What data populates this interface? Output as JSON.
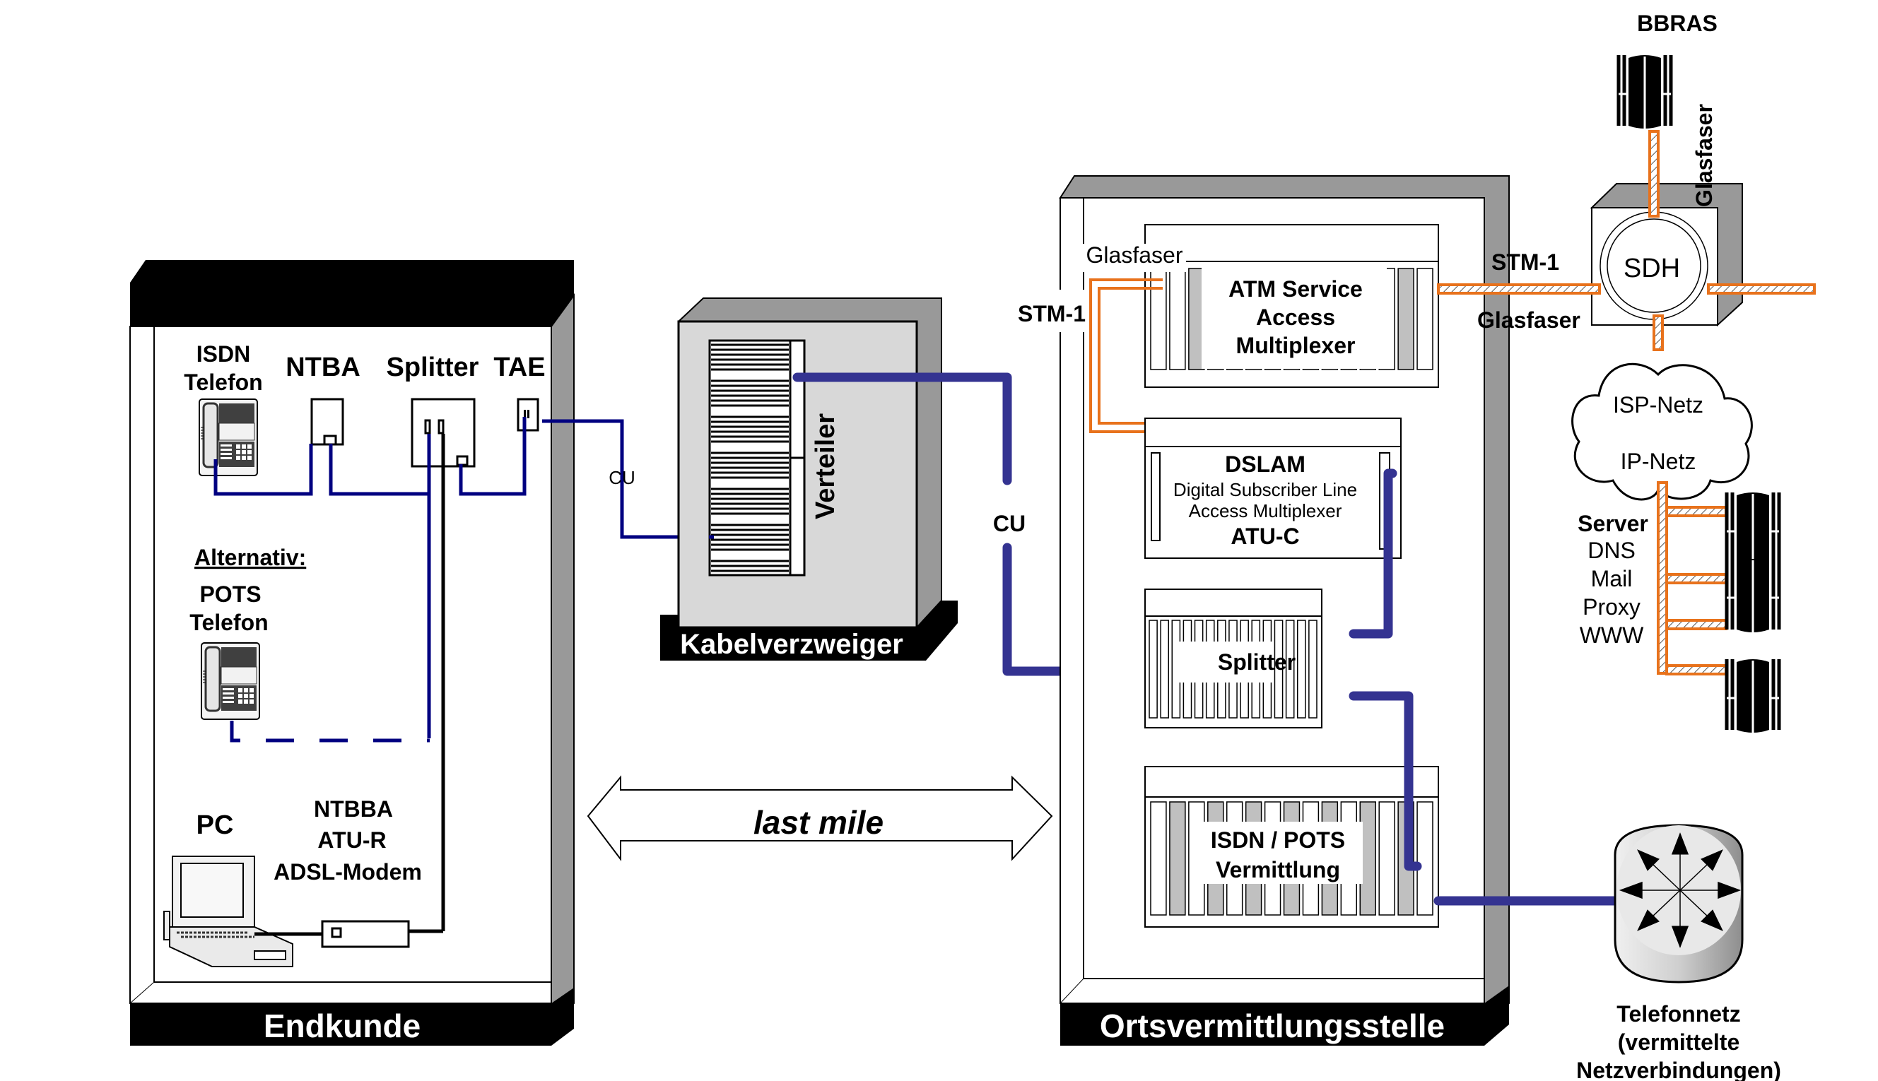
{
  "title": "ADSL-Anschluss: Endkunde bis Ortsvermittlungsstelle",
  "colors": {
    "copper_line": "#000080",
    "copper_trunk": "#343391",
    "fiber": "#e8721c",
    "cabinet_gray": "#999999",
    "panel_gray": "#d8d8d8",
    "slot_gray": "#c0c0c0"
  },
  "endkunde": {
    "label": "Endkunde",
    "isdn_phone": {
      "line1": "ISDN",
      "line2": "Telefon",
      "icon": "desk-phone-icon"
    },
    "ntba": {
      "label": "NTBA",
      "icon": "ntba-box-icon"
    },
    "splitter": {
      "label": "Splitter",
      "icon": "splitter-box-icon"
    },
    "tae": {
      "label": "TAE",
      "icon": "wall-socket-icon"
    },
    "alternative": {
      "heading": "Alternativ:",
      "line1": "POTS",
      "line2": "Telefon",
      "icon": "desk-phone-icon"
    },
    "pc": {
      "label": "PC",
      "icon": "laptop-icon"
    },
    "modem": {
      "line1": "NTBBA",
      "line2": "ATU-R",
      "line3": "ADSL-Modem",
      "icon": "modem-icon"
    }
  },
  "cu_label_small": "CU",
  "kabelverzweiger": {
    "label": "Kabelverzweiger",
    "verteiler": "Verteiler"
  },
  "cu_label_large": "CU",
  "last_mile": "last mile",
  "ortsvermittlungsstelle": {
    "label": "Ortsvermittlungsstelle",
    "glasfaser_inner": "Glasfaser",
    "stm1_inner": "STM-1",
    "atm": {
      "line1": "ATM Service",
      "line2": "Access",
      "line3": "Multiplexer"
    },
    "dslam": {
      "title": "DSLAM",
      "line1": "Digital Subscriber Line",
      "line2": "Access Multiplexer",
      "line3": "ATU-C"
    },
    "splitter": "Splitter",
    "isdn_pots": {
      "line1": "ISDN / POTS",
      "line2": "Vermittlung"
    }
  },
  "backbone": {
    "stm1": "STM-1",
    "glasfaser_h": "Glasfaser",
    "glasfaser_v": "Glasfaser",
    "bbras": {
      "label": "BBRAS",
      "icon": "server-tower-icon"
    },
    "sdh": "SDH",
    "cloud": {
      "line1": "ISP-Netz",
      "line2": "IP-Netz",
      "icon": "cloud-icon"
    },
    "servers": {
      "heading": "Server",
      "items": [
        "DNS",
        "Mail",
        "Proxy",
        "WWW"
      ],
      "icon": "server-tower-icon"
    },
    "telefonnetz": {
      "line1": "Telefonnetz",
      "line2": "(vermittelte",
      "line3": "Netzverbindungen)",
      "icon": "switch-cylinder-icon"
    }
  }
}
